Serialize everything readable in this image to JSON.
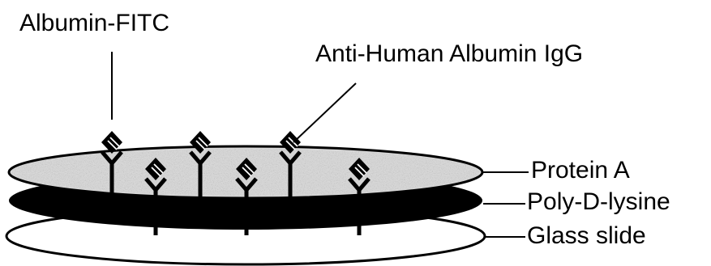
{
  "diagram": {
    "labels": {
      "albumin_fitc": "Albumin-FITC",
      "anti_human_albumin_igg": "Anti-Human Albumin IgG",
      "protein_a": "Protein A",
      "poly_d_lysine": "Poly-D-lysine",
      "glass_slide": "Glass slide"
    },
    "layers": [
      "Protein A",
      "Poly-D-lysine",
      "Glass slide"
    ],
    "colors": {
      "ink": "#000000",
      "protein_a_fill": "#d6d6d6",
      "poly_d_lysine_fill": "#000000",
      "glass_slide_fill": "#ffffff"
    },
    "antibody_count": 6
  }
}
